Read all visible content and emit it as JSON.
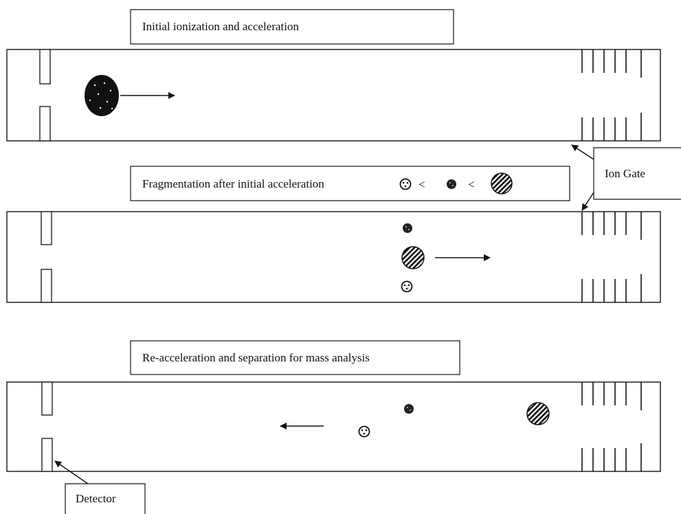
{
  "panels": [
    {
      "title": "Initial ionization and acceleration"
    },
    {
      "title": "Fragmentation after initial acceleration",
      "legend_symbols": [
        "<",
        "<"
      ]
    },
    {
      "title": "Re-acceleration and separation for mass analysis"
    }
  ],
  "callouts": {
    "ion_gate": "Ion Gate",
    "detector": "Detector"
  },
  "colors": {
    "ink": "#111111",
    "background": "#ffffff"
  },
  "ion_patterns": {
    "precursor": "dark-speckled",
    "light_fragment": "light-dotted",
    "medium_fragment": "dark-dotted",
    "heavy_fragment": "hatched"
  }
}
